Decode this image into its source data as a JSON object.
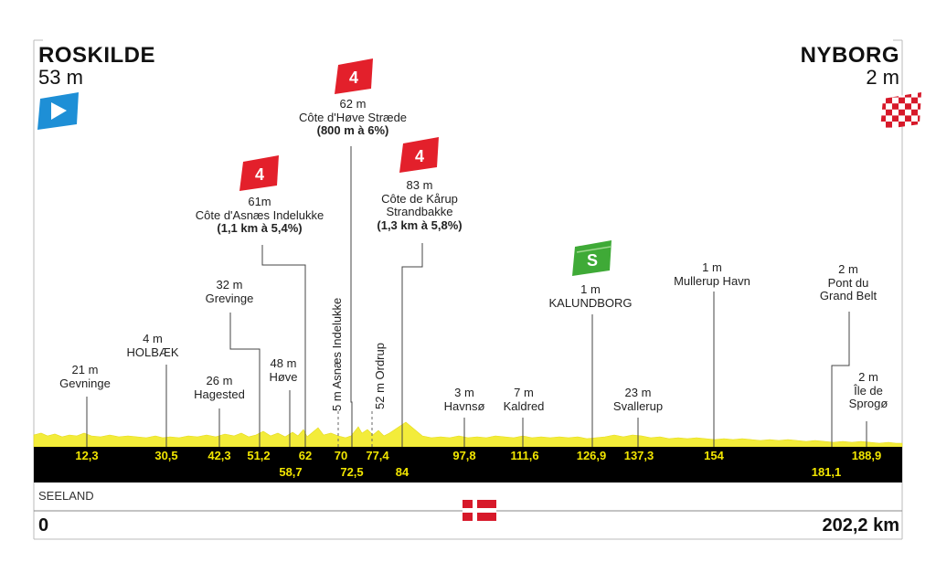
{
  "start": {
    "name": "ROSKILDE",
    "altitude": "53 m"
  },
  "finish": {
    "name": "NYBORG",
    "altitude": "2 m"
  },
  "region": "SEELAND",
  "distance": {
    "start": "0",
    "end": "202,2 km"
  },
  "colors": {
    "bar": "#000000",
    "km_text": "#f2e600",
    "profile_fill": "#f3ec3a",
    "kom": "#e3202b",
    "sprint": "#3faa37",
    "start_flag": "#1e8fd6",
    "finish_flag": "#d7192a"
  },
  "climbs": [
    {
      "cat": "4",
      "altitude": "61m",
      "name": "Côte d'Asnæs Indelukke",
      "detail": "(1,1 km à 5,4%)"
    },
    {
      "cat": "4",
      "altitude": "62 m",
      "name": "Côte d'Høve Stræde",
      "detail": "(800 m à 6%)"
    },
    {
      "cat": "4",
      "altitude": "83 m",
      "name1": "Côte de Kårup",
      "name2": "Strandbakke",
      "detail": "(1,3 km à 5,8%)"
    }
  ],
  "sprint": {
    "badge": "S",
    "altitude": "1 m",
    "name": "KALUNDBORG"
  },
  "places": [
    {
      "altitude": "21 m",
      "name": "Gevninge"
    },
    {
      "altitude": "4 m",
      "name": "HOLBÆK"
    },
    {
      "altitude": "26 m",
      "name": "Hagested"
    },
    {
      "altitude": "32 m",
      "name": "Grevinge"
    },
    {
      "altitude": "48 m",
      "name": "Høve"
    },
    {
      "altitude": "3 m",
      "name": "Havnsø"
    },
    {
      "altitude": "7 m",
      "name": "Kaldred"
    },
    {
      "altitude": "23 m",
      "name": "Svallerup"
    },
    {
      "altitude": "1 m",
      "name": "Mullerup Havn"
    },
    {
      "altitude": "2 m",
      "name1": "Pont du",
      "name2": "Grand Belt"
    },
    {
      "altitude": "2 m",
      "name1": "Île de",
      "name2": "Sprogø"
    }
  ],
  "vertical_labels": [
    {
      "text": "5 m Asnæs Indelukke"
    },
    {
      "text": "52 m Ordrup"
    }
  ],
  "km_top": [
    "12,3",
    "30,5",
    "42,3",
    "51,2",
    "62",
    "70",
    "77,4",
    "97,8",
    "111,6",
    "126,9",
    "137,3",
    "154",
    "188,9"
  ],
  "km_bottom": [
    "58,7",
    "72,5",
    "84",
    "181,1"
  ]
}
